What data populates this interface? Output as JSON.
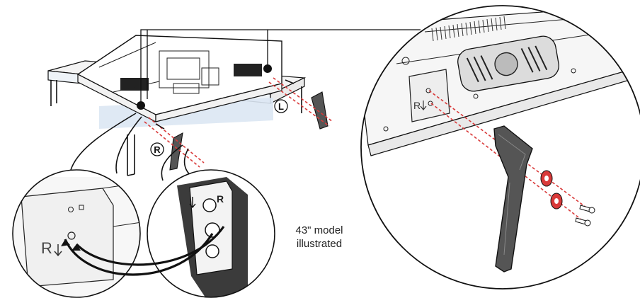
{
  "caption": {
    "line1": "43\" model",
    "line2": "illustrated"
  },
  "stand_labels": {
    "left": "L",
    "right": "R"
  },
  "port_labels": {
    "detail_left": "R",
    "detail_middle": "R",
    "detail_right": "R"
  },
  "colors": {
    "accent": "#d93a3a",
    "outline": "#111111",
    "table": "#f4f4f4",
    "table_highlight": "#dbe7f3",
    "stand": "#555555"
  },
  "icons": [
    "tv-back-panel",
    "tv-stand-leg",
    "screw",
    "washer",
    "curved-arrow"
  ]
}
